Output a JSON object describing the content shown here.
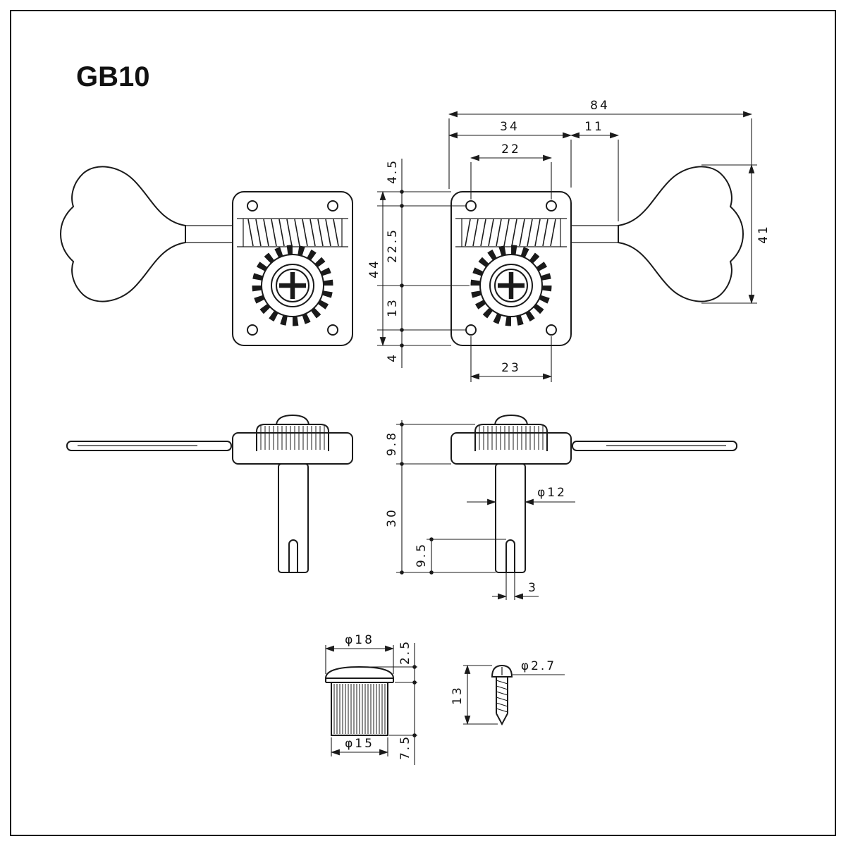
{
  "title": "GB10",
  "colors": {
    "ink": "#1a1a1a",
    "paper": "#ffffff"
  },
  "views": {
    "front": {
      "dims": {
        "overall_width": "84",
        "housing_width": "34",
        "shaft_gap": "11",
        "top_hole_spacing": "22",
        "edge_to_top_holes": "4.5",
        "holes_to_gear_center": "22.5",
        "housing_height": "44",
        "gear_to_bottom_holes": "13",
        "bottom_holes_to_edge": "4",
        "bottom_hole_spacing": "23",
        "key_height": "41"
      }
    },
    "side": {
      "dims": {
        "head_height": "9.8",
        "post_length": "30",
        "slot_depth": "9.5",
        "post_diameter": "φ12",
        "slot_width": "3"
      }
    },
    "bushing": {
      "dims": {
        "cap_diameter": "φ18",
        "cap_height": "2.5",
        "body_diameter": "φ15",
        "body_height": "7.5"
      }
    },
    "screw": {
      "dims": {
        "thread_diameter": "φ2.7",
        "length": "13"
      }
    }
  }
}
